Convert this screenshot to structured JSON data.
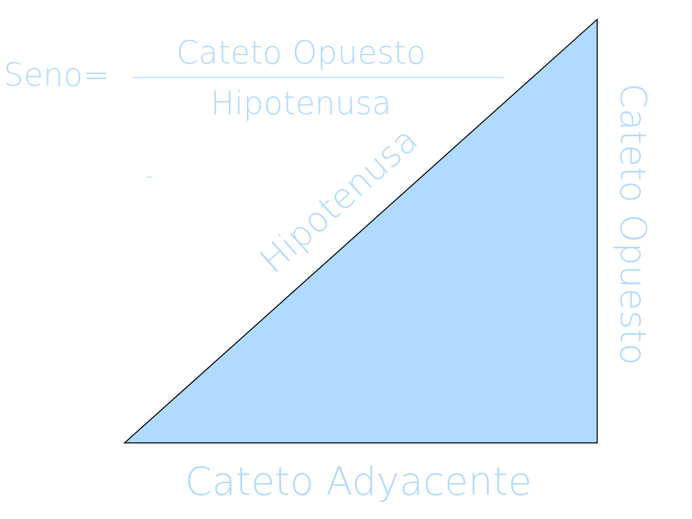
{
  "formula": {
    "lhs": "Seno=",
    "numerator": "Cateto Opuesto",
    "denominator": "Hipotenusa"
  },
  "labels": {
    "hypotenuse": "Hipotenusa",
    "opposite": "Cateto Opuesto",
    "adjacent": "Cateto Adyacente"
  },
  "colors": {
    "triangle_fill": "#b0daff",
    "triangle_stroke": "#000000",
    "text": "#b0daff"
  }
}
